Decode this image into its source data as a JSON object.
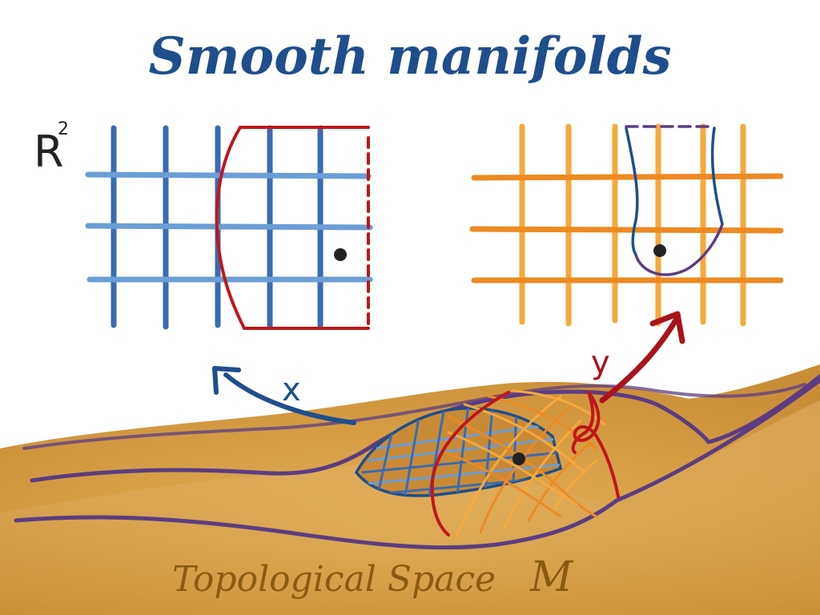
{
  "title": "Smooth manifolds",
  "left_space_label": "R",
  "left_space_exponent": "2",
  "map_left_label": "x",
  "map_right_label": "y",
  "manifold_label": "Topological Space",
  "manifold_symbol": "M",
  "colors": {
    "title": "#1f4e8c",
    "blue_grid_vertical": "#3a6bb0",
    "blue_grid_horizontal": "#6b9ed6",
    "orange_grid_vertical": "#f6a93c",
    "orange_grid_horizontal": "#ec8a22",
    "red_chart": "#c0161b",
    "purple_line": "#5c3c82",
    "manifold_fill": "#d9a24a",
    "label_brown": "#8a5a14",
    "point": "#222222"
  }
}
